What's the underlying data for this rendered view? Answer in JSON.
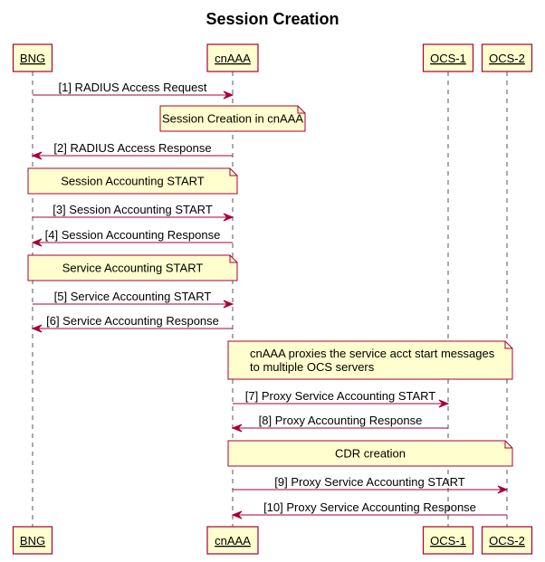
{
  "diagram": {
    "title": "Session Creation",
    "type": "sequence",
    "colors": {
      "participant_fill": "#FEFECE",
      "participant_border": "#A80036",
      "note_fill": "#FBFB77",
      "note_border": "#A80036",
      "arrow": "#A80036",
      "lifeline": "#555555"
    },
    "participants": [
      {
        "id": "BNG",
        "label": "BNG"
      },
      {
        "id": "cnAAA",
        "label": "cnAAA"
      },
      {
        "id": "OCS-1",
        "label": "OCS-1"
      },
      {
        "id": "OCS-2",
        "label": "OCS-2"
      }
    ],
    "events": [
      {
        "kind": "message",
        "from": "BNG",
        "to": "cnAAA",
        "label": "[1] RADIUS Access Request"
      },
      {
        "kind": "note",
        "over": [
          "cnAAA"
        ],
        "lines": [
          "Session Creation in cnAAA"
        ]
      },
      {
        "kind": "message",
        "from": "cnAAA",
        "to": "BNG",
        "label": "[2] RADIUS Access Response"
      },
      {
        "kind": "note",
        "over": [
          "BNG",
          "cnAAA"
        ],
        "lines": [
          "Session Accounting START"
        ]
      },
      {
        "kind": "message",
        "from": "BNG",
        "to": "cnAAA",
        "label": "[3] Session Accounting START"
      },
      {
        "kind": "message",
        "from": "cnAAA",
        "to": "BNG",
        "label": "[4] Session Accounting Response"
      },
      {
        "kind": "note",
        "over": [
          "BNG",
          "cnAAA"
        ],
        "lines": [
          "Service Accounting START"
        ]
      },
      {
        "kind": "message",
        "from": "BNG",
        "to": "cnAAA",
        "label": "[5] Service Accounting START"
      },
      {
        "kind": "message",
        "from": "cnAAA",
        "to": "BNG",
        "label": "[6] Service Accounting Response"
      },
      {
        "kind": "note",
        "over": [
          "cnAAA",
          "OCS-2"
        ],
        "lines": [
          "cnAAA proxies the service acct start messages",
          "to multiple OCS servers"
        ],
        "align": "left"
      },
      {
        "kind": "message",
        "from": "cnAAA",
        "to": "OCS-1",
        "label": "[7] Proxy Service Accounting START"
      },
      {
        "kind": "message",
        "from": "OCS-1",
        "to": "cnAAA",
        "label": "[8] Proxy Accounting Response"
      },
      {
        "kind": "note",
        "over": [
          "cnAAA",
          "OCS-2"
        ],
        "lines": [
          "CDR creation"
        ]
      },
      {
        "kind": "message",
        "from": "cnAAA",
        "to": "OCS-2",
        "label": "[9] Proxy Service Accounting START"
      },
      {
        "kind": "message",
        "from": "OCS-2",
        "to": "cnAAA",
        "label": "[10] Proxy Service Accounting Response"
      }
    ]
  }
}
